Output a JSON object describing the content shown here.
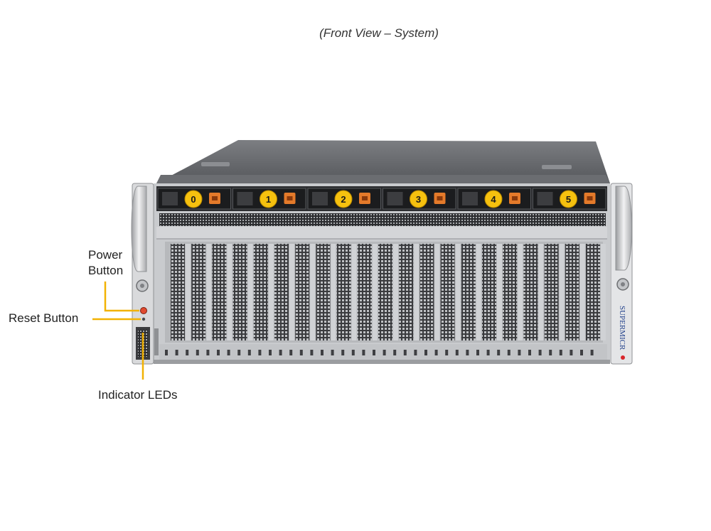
{
  "caption": "(Front View – System)",
  "labels": {
    "power_line1": "Power",
    "power_line2": "Button",
    "reset": "Reset Button",
    "leds": "Indicator LEDs"
  },
  "drive_bays": [
    "0",
    "1",
    "2",
    "3",
    "4",
    "5"
  ],
  "brand": "SUPERMICR",
  "colors": {
    "callout": "#f2b203",
    "bay_badge": "#f6c10f",
    "bay_tab": "#e47a2a",
    "chassis_dark": "#5f6165",
    "chassis_light": "#d7d8da",
    "brand_text": "#1f3f8a",
    "brand_dot": "#d8262c"
  },
  "icons": [
    "power-button-icon",
    "reset-button-icon",
    "indicator-led-icon"
  ]
}
